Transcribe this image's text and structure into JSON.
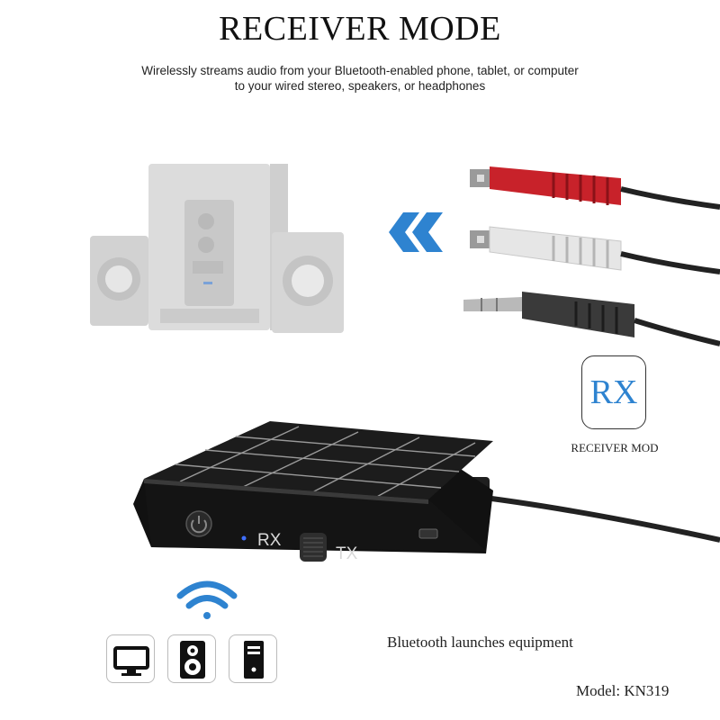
{
  "header": {
    "title": "RECEIVER MODE",
    "subtitle_line1": "Wirelessly streams audio from your Bluetooth-enabled phone, tablet, or computer",
    "subtitle_line2": "to your wired stereo, speakers, or headphones"
  },
  "badge": {
    "label": "RX",
    "caption": "RECEIVER MOD"
  },
  "device": {
    "rx_label": "RX",
    "tx_label": "TX"
  },
  "footer": {
    "launch_label": "Bluetooth launches equipment",
    "model_label": "Model: KN319"
  },
  "icons": [
    "monitor-icon",
    "speaker-icon",
    "pc-tower-icon",
    "wifi-signal-icon",
    "double-chevron-left-icon"
  ],
  "colors": {
    "accent_blue": "#2e83d0",
    "device_black": "#161616",
    "rca_red": "#c8222a",
    "rca_white": "#e6e6e6",
    "speaker_gray": "#d4d4d4"
  }
}
